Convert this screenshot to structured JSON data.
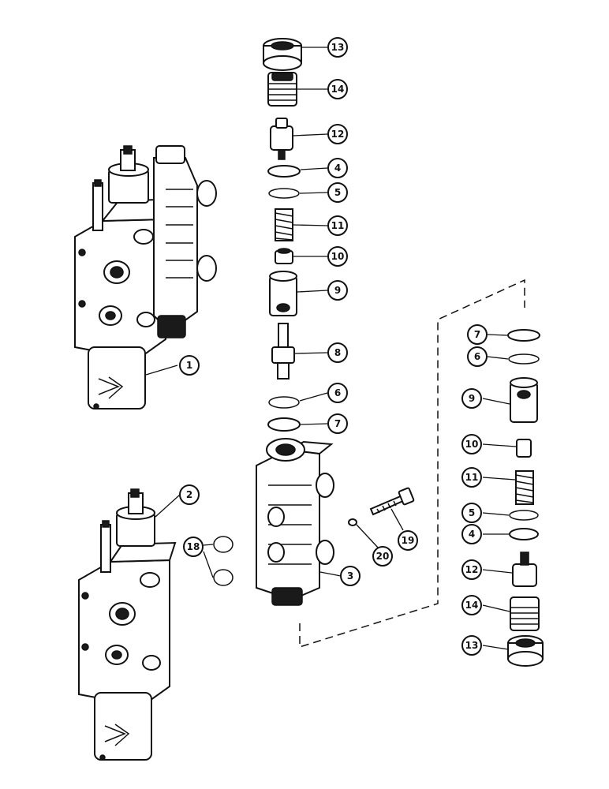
{
  "callouts": {
    "c1": "1",
    "c2": "2",
    "c3": "3",
    "c13a": "13",
    "c14a": "14",
    "c12a": "12",
    "c4a": "4",
    "c5a": "5",
    "c11a": "11",
    "c10a": "10",
    "c9a": "9",
    "c8": "8",
    "c6a": "6",
    "c7a": "7",
    "c7b": "7",
    "c6b": "6",
    "c9b": "9",
    "c10b": "10",
    "c11b": "11",
    "c5b": "5",
    "c4b": "4",
    "c12b": "12",
    "c14b": "14",
    "c13b": "13",
    "c18": "18",
    "c19": "19",
    "c20": "20"
  }
}
